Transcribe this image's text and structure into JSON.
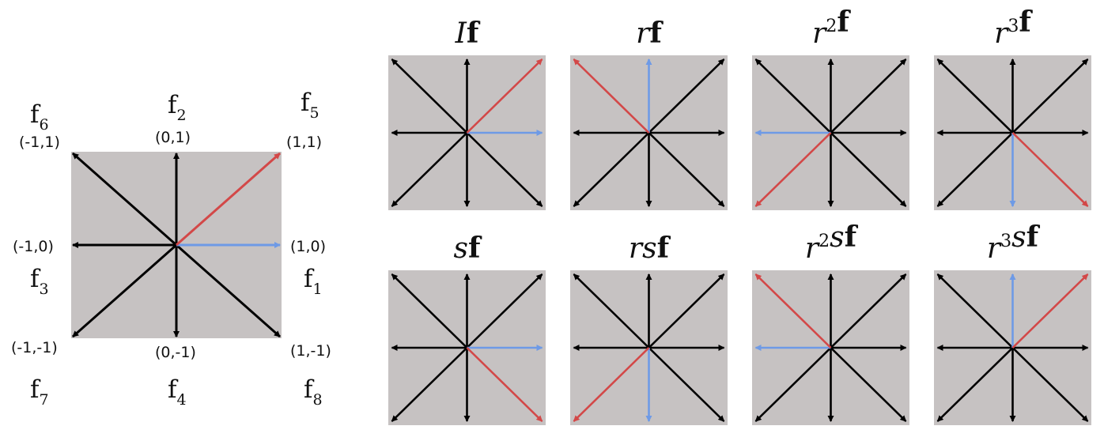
{
  "colors": {
    "background_square": "#c6c2c2",
    "arrow_black": "#000000",
    "arrow_red": "#d34848",
    "arrow_blue": "#6e9ae6"
  },
  "lattice": {
    "vectors": [
      {
        "label": "f",
        "sub": "1",
        "coord": "(1,0)"
      },
      {
        "label": "f",
        "sub": "2",
        "coord": "(0,1)"
      },
      {
        "label": "f",
        "sub": "3",
        "coord": "(-1,0)"
      },
      {
        "label": "f",
        "sub": "4",
        "coord": "(0,-1)"
      },
      {
        "label": "f",
        "sub": "5",
        "coord": "(1,1)"
      },
      {
        "label": "f",
        "sub": "6",
        "coord": "(-1,1)"
      },
      {
        "label": "f",
        "sub": "7",
        "coord": "(-1,-1)"
      },
      {
        "label": "f",
        "sub": "8",
        "coord": "(1,-1)"
      }
    ],
    "highlight": {
      "red": [
        1,
        1
      ],
      "blue": [
        1,
        0
      ]
    }
  },
  "transforms": [
    {
      "pre": "I",
      "sup": "",
      "post": "",
      "red": [
        1,
        1
      ],
      "blue": [
        1,
        0
      ]
    },
    {
      "pre": "r",
      "sup": "",
      "post": "",
      "red": [
        -1,
        1
      ],
      "blue": [
        0,
        1
      ]
    },
    {
      "pre": "r",
      "sup": "2",
      "post": "",
      "red": [
        -1,
        -1
      ],
      "blue": [
        -1,
        0
      ]
    },
    {
      "pre": "r",
      "sup": "3",
      "post": "",
      "red": [
        1,
        -1
      ],
      "blue": [
        0,
        -1
      ]
    },
    {
      "pre": "s",
      "sup": "",
      "post": "",
      "red": [
        1,
        -1
      ],
      "blue": [
        1,
        0
      ]
    },
    {
      "pre": "r",
      "sup": "",
      "post": "s",
      "red": [
        -1,
        -1
      ],
      "blue": [
        0,
        -1
      ]
    },
    {
      "pre": "r",
      "sup": "2",
      "post": "s",
      "red": [
        -1,
        1
      ],
      "blue": [
        -1,
        0
      ]
    },
    {
      "pre": "r",
      "sup": "3",
      "post": "s",
      "red": [
        1,
        1
      ],
      "blue": [
        0,
        1
      ]
    }
  ],
  "bold_symbol": "f"
}
